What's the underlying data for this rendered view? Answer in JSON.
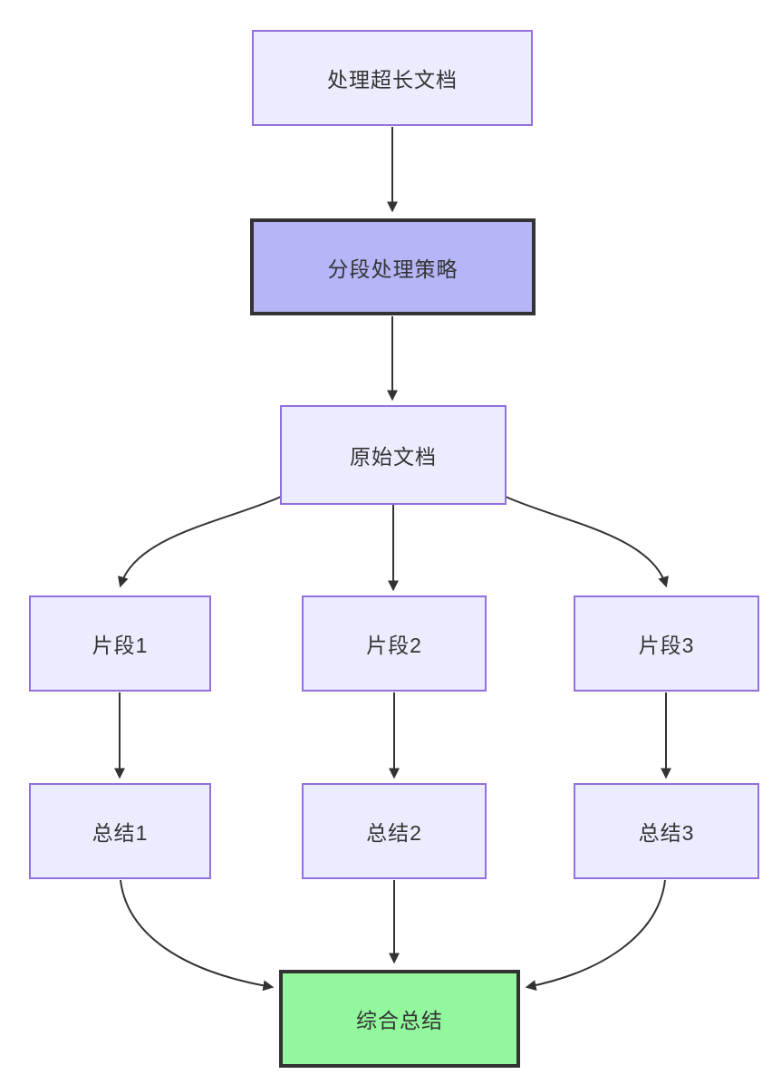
{
  "diagram": {
    "type": "flowchart",
    "direction": "top-down",
    "nodes": [
      {
        "id": "start",
        "label": "处理超长文档",
        "style": "default"
      },
      {
        "id": "strategy",
        "label": "分段处理策略",
        "style": "highlight-purple"
      },
      {
        "id": "doc",
        "label": "原始文档",
        "style": "default"
      },
      {
        "id": "seg1",
        "label": "片段1",
        "style": "default"
      },
      {
        "id": "seg2",
        "label": "片段2",
        "style": "default"
      },
      {
        "id": "seg3",
        "label": "片段3",
        "style": "default"
      },
      {
        "id": "sum1",
        "label": "总结1",
        "style": "default"
      },
      {
        "id": "sum2",
        "label": "总结2",
        "style": "default"
      },
      {
        "id": "sum3",
        "label": "总结3",
        "style": "default"
      },
      {
        "id": "final",
        "label": "综合总结",
        "style": "highlight-green"
      }
    ],
    "edges": [
      {
        "from": "start",
        "to": "strategy"
      },
      {
        "from": "strategy",
        "to": "doc"
      },
      {
        "from": "doc",
        "to": "seg1"
      },
      {
        "from": "doc",
        "to": "seg2"
      },
      {
        "from": "doc",
        "to": "seg3"
      },
      {
        "from": "seg1",
        "to": "sum1"
      },
      {
        "from": "seg2",
        "to": "sum2"
      },
      {
        "from": "seg3",
        "to": "sum3"
      },
      {
        "from": "sum1",
        "to": "final"
      },
      {
        "from": "sum2",
        "to": "final"
      },
      {
        "from": "sum3",
        "to": "final"
      }
    ],
    "colors": {
      "node_fill": "#ECECFF",
      "node_border": "#9370DB",
      "highlight_fill": "#b5b5f7",
      "green_fill": "#93f79e",
      "dark_border": "#333333",
      "edge_color": "#333333",
      "text_color": "#333333",
      "background": "#ffffff"
    }
  }
}
